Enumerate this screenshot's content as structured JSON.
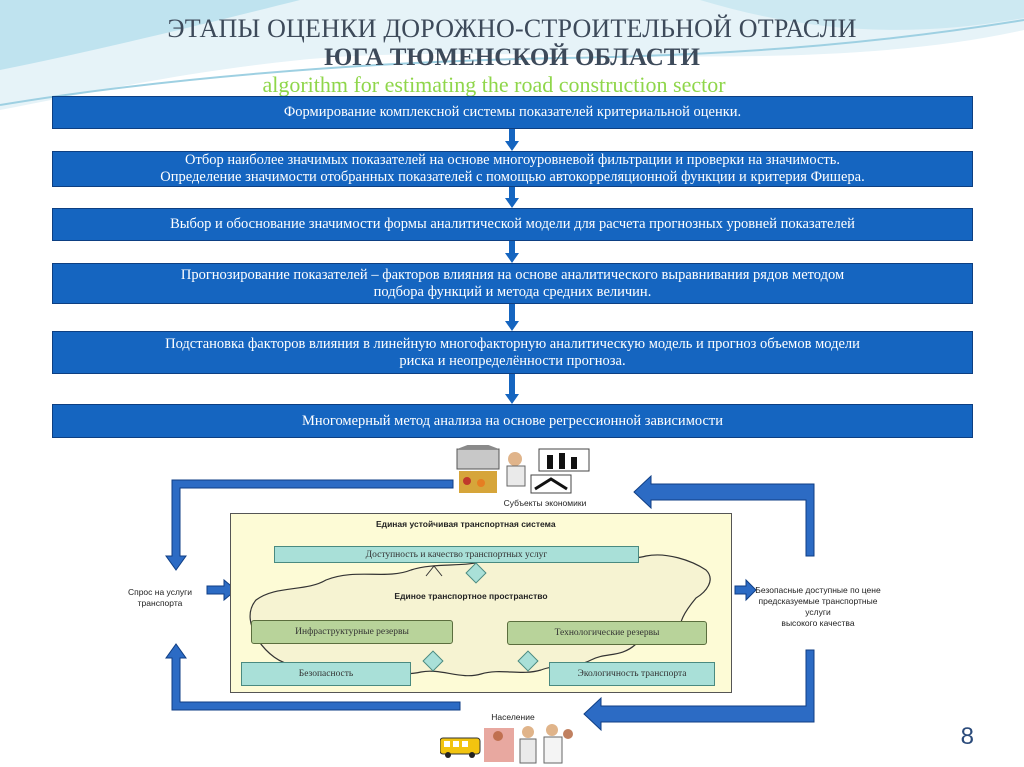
{
  "header": {
    "title_line1": "ЭТАПЫ ОЦЕНКИ ДОРОЖНО-СТРОИТЕЛЬНОЙ ОТРАСЛИ",
    "title_line2": "ЮГА ТЮМЕНСКОЙ ОБЛАСТИ",
    "subtitle": "algorithm for estimating the road construction sector"
  },
  "steps": [
    {
      "line1": "Формирование комплексной  системы показателей критериальной оценки.",
      "line2": ""
    },
    {
      "line1": "Отбор наиболее значимых показателей на основе многоуровневой фильтрации и проверки на значимость.",
      "line2": "Определение значимости отобранных показателей с помощью автокорреляционной функции и критерия Фишера."
    },
    {
      "line1": "Выбор и обоснование значимости формы аналитической  модели для расчета  прогнозных уровней показателей",
      "line2": ""
    },
    {
      "line1": "Прогнозирование показателей – факторов влияния на основе аналитического выравнивания рядов методом",
      "line2": "подбора функций и метода средних величин."
    },
    {
      "line1": "Подстановка факторов влияния в линейную многофакторную аналитическую  модель и прогноз объемов модели",
      "line2": "риска и неопределённости прогноза."
    },
    {
      "line1": "Многомерный метод анализа на основе регрессионной зависимости",
      "line2": ""
    }
  ],
  "diagram": {
    "economy_subjects": "Субъекты экономики",
    "system_title": "Единая устойчивая транспортная система",
    "accessibility": "Доступность и качество транспортных услуг",
    "space": "Единое транспортное пространство",
    "infra": "Инфраструктурные резервы",
    "tech": "Технологические резервы",
    "safety": "Безопасность",
    "ecology": "Экологичность транспорта",
    "demand_line1": "Спрос на услуги",
    "demand_line2": "транспорта",
    "services_line1": "Безопасные доступные по цене",
    "services_line2": "предсказуемые транспортные услуги",
    "services_line3": "высокого качества",
    "population": "Население"
  },
  "page_number": "8",
  "colors": {
    "step_fill": "#1565c0",
    "title": "#3d4a5a",
    "subtitle": "#8fd64a"
  }
}
